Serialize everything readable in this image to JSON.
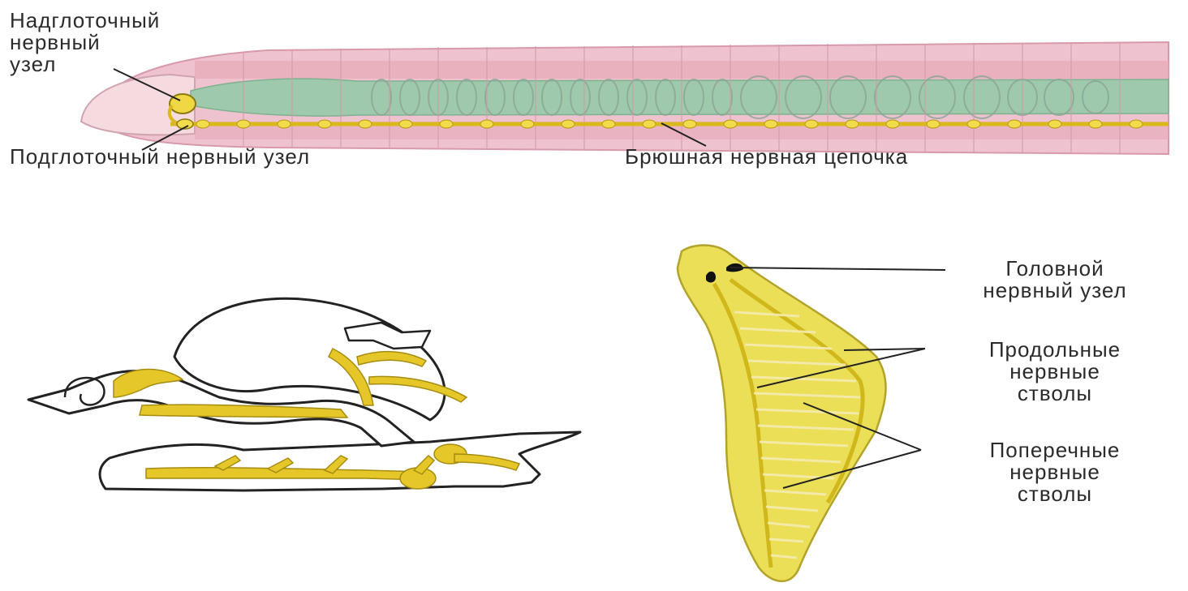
{
  "earthworm": {
    "label_supraesophageal": "Надглоточный\nнервный\nузел",
    "label_subesophageal": "Подглоточный нервный узел",
    "label_ventral_cord": "Брюшная нервная цепочка"
  },
  "flatworm": {
    "label_head_ganglion": "Головной\nнервный узел",
    "label_longitudinal": "Продольные\nнервные\nстволы",
    "label_transverse": "Поперечные\nнервные\nстволы"
  },
  "colors": {
    "nerve_yellow": "#e6c72a",
    "worm_pink": "#e7a9b8",
    "gut_green": "#9fc9ad",
    "flatworm_body": "#e9dd4f",
    "outline": "#222222"
  }
}
